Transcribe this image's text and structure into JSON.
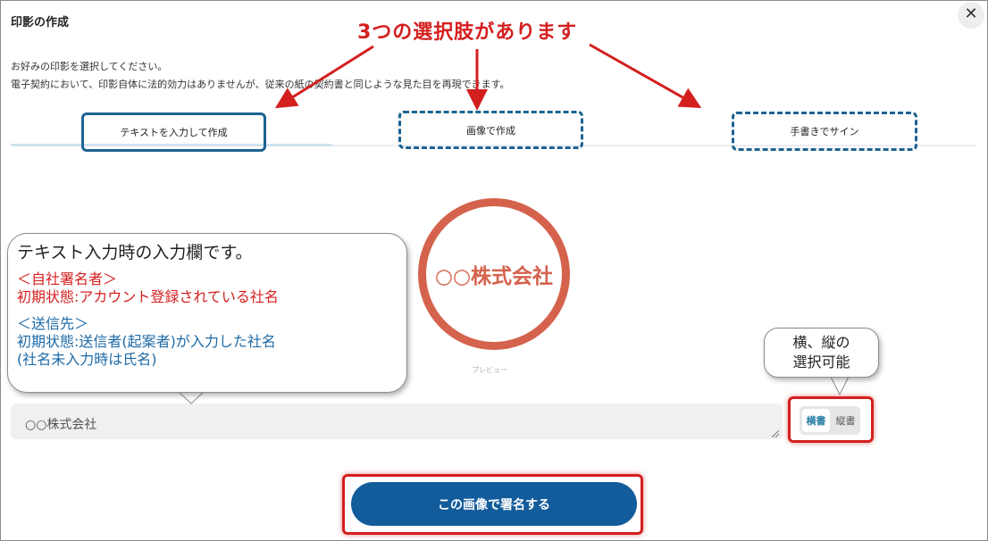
{
  "dialog": {
    "title": "印影の作成",
    "close_glyph": "✕",
    "desc_line1": "お好みの印影を選択してください。",
    "desc_line2": "電子契約において、印影自体に法的効力はありませんが、従来の紙の契約書と同じような見た目を再現できます。"
  },
  "tabs": [
    {
      "label": "テキストを入力して作成",
      "active": true
    },
    {
      "label": "画像で作成",
      "active": false
    },
    {
      "label": "手書きでサイン",
      "active": false
    }
  ],
  "stamp": {
    "text": "○○株式会社",
    "color": "#d4624c"
  },
  "preview_label": "プレビュー",
  "company_input": {
    "value": "○○株式会社"
  },
  "orientation": {
    "options": [
      "横書",
      "縦書"
    ],
    "selected": "横書"
  },
  "submit_label": "この画像で署名する",
  "annotations": {
    "choices": "3つの選択肢があります",
    "callout": {
      "heading": "テキスト入力時の入力欄です。",
      "self_title": "＜自社署名者＞",
      "self_text": "初期状態:アカウント登録されている社名",
      "dest_title": "＜送信先＞",
      "dest_text": "初期状態:送信者(起案者)が入力した社名",
      "dest_note": "(社名未入力時は氏名)"
    },
    "orientation_note": {
      "line1": "横、縦の",
      "line2": "選択可能"
    }
  },
  "colors": {
    "annotation_red": "#d41f1f",
    "annotation_blue": "#1e6aa6",
    "tab_border": "#1d6291",
    "button_blue": "#135c9c"
  },
  "icons": {
    "close": "close-icon",
    "resize": "resize-handle-icon"
  }
}
